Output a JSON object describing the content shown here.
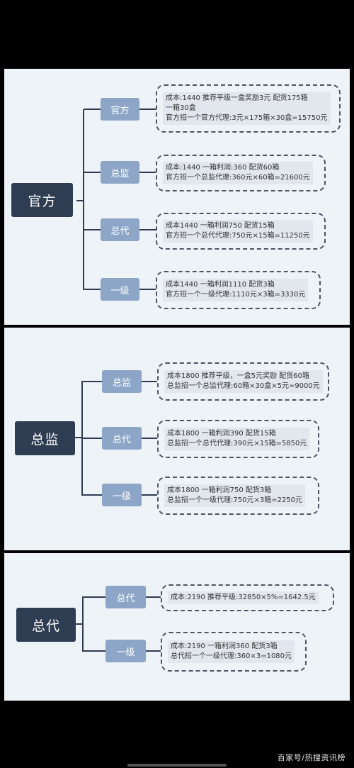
{
  "watermark": "百家号/热搜资讯榜",
  "sections": [
    {
      "root": "官方",
      "branches": [
        {
          "label": "官方",
          "lines": [
            "成本:1440   推荐平级一盒奖励3元   配货175箱",
            "一箱30盒",
            "官方招一个官方代理:3元×175箱×30盒=15750元"
          ]
        },
        {
          "label": "总监",
          "lines": [
            "成本:1440   一箱利润:360   配货60箱",
            "官方招一个总监代理:360元×60箱=21600元"
          ]
        },
        {
          "label": "总代",
          "lines": [
            "成本1440   一箱利润750   配货15箱",
            "官方招一个总代代理:750元×15箱=11250元"
          ]
        },
        {
          "label": "一级",
          "lines": [
            "成本1440   一箱利润1110   配货3箱",
            "官方招一个一级代理:1110元×3箱=3330元"
          ]
        }
      ]
    },
    {
      "root": "总监",
      "branches": [
        {
          "label": "总监",
          "lines": [
            "成本1800  推荐平级，一盒5元奖励   配货60箱",
            "总监招一个总监代理:60箱×30盒×5元=9000元"
          ]
        },
        {
          "label": "总代",
          "lines": [
            "成本1800   一箱利润390   配货15箱",
            "总监招一个总代代理:390元×15箱=5850元"
          ]
        },
        {
          "label": "一级",
          "lines": [
            "成本1800   一箱利润750   配货3箱",
            "总监招一个一级代理:750元×3箱=2250元"
          ]
        }
      ]
    },
    {
      "root": "总代",
      "branches": [
        {
          "label": "总代",
          "lines": [
            "成本:2190   推荐平级:32850×5%=1642.5元"
          ]
        },
        {
          "label": "一级",
          "lines": [
            "成本:2190   一箱利润360   配货3箱",
            "总代招一个一级代理:360×3=1080元"
          ]
        }
      ]
    }
  ]
}
